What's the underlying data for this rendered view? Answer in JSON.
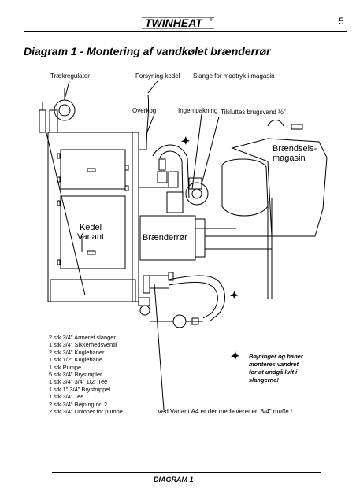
{
  "header": {
    "logo_text": "TWINHEAT",
    "logo_mark": "®",
    "page_number": "5"
  },
  "title": "Diagram 1 -  Montering af vandkølet brænderrør",
  "labels": {
    "traekregulator": "Trækregulator",
    "forsyning_kedel": "Forsyning kedel",
    "slange_modtryk": "Slange for modtryk i magasin",
    "overkog": "Overkog",
    "ingen_pakning": "Ingen pakning",
    "tilsluttes": "Tilsluttes brugsvand ½\"",
    "braendsels_1": "Brændsels-",
    "braendsels_2": "magasin",
    "kedel_1": "Kedel",
    "kedel_2": "Variant",
    "braenderror": "Brænderrør"
  },
  "parts_list": [
    "2 stk 3/4\" Armeret slanger",
    "1 stk 3/4\" Sikkerhedsventil",
    "2 stk 3/4\" Kuglehaner",
    "1 stk 1/2\" Kuglehane",
    "1 stk Pumpe",
    "5 stk 3/4\" Brystnipler",
    "1 stk 3/4\" 3/4\" 1/2\" Tee",
    "1 stk 1\" 3/4\" Brystnippel",
    "1 stk 3/4\" Tee",
    "2 stk 3/4\" Bøjning nr. 2",
    "2 stk 3/4\" Unioner for pumpe"
  ],
  "note_lines": [
    "Bøjninger og haner",
    "monteres vandret",
    "for at undgå luft i",
    "slangerne!"
  ],
  "variant_note": "Ved Variant A4 er der medleveret en 3/4\" muffe !",
  "footer": "DIAGRAM 1"
}
